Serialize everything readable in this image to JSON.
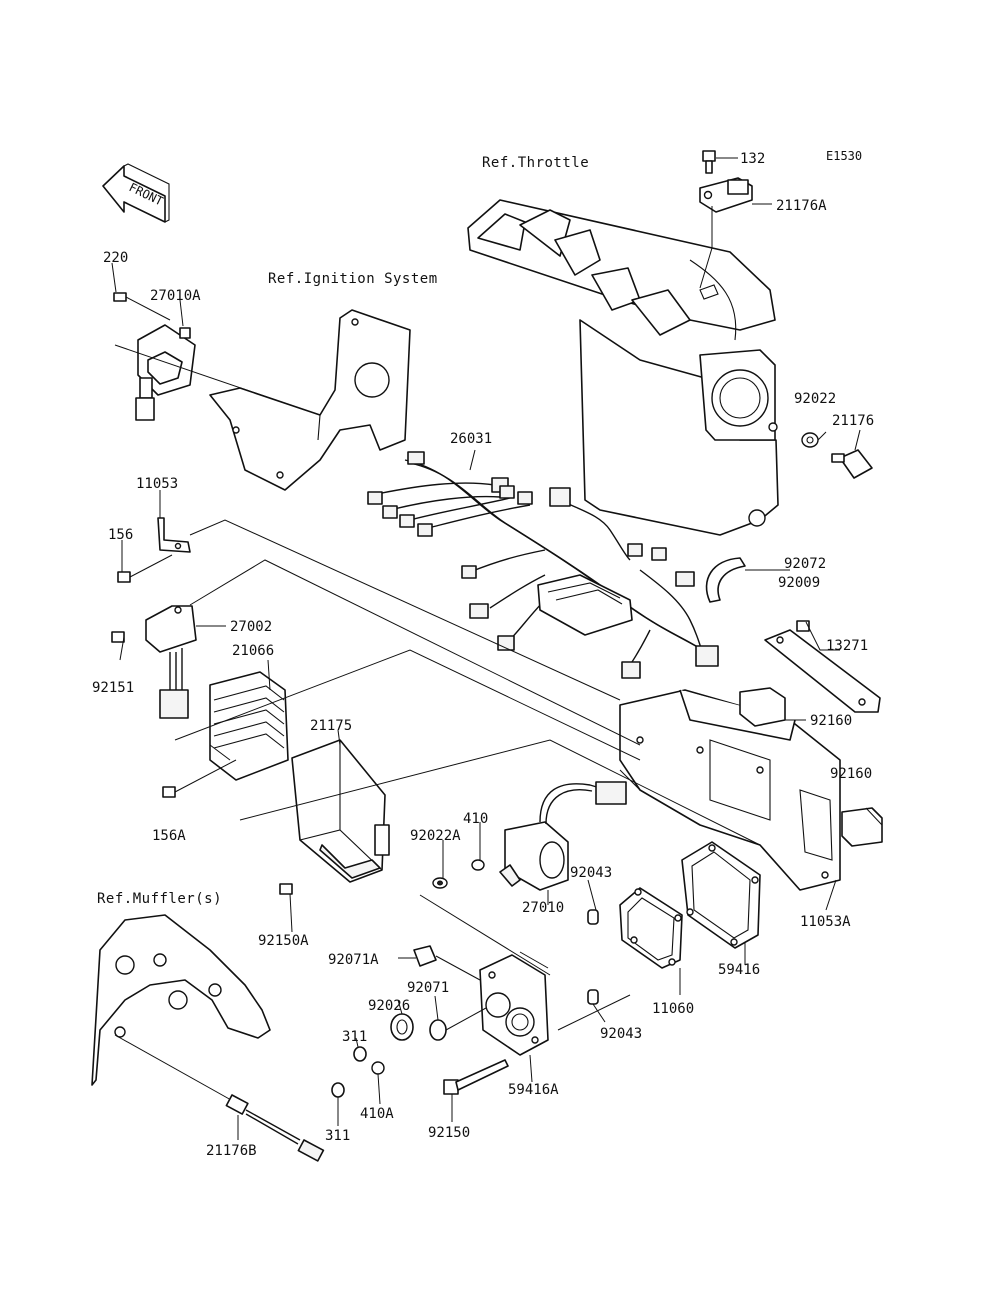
{
  "diagram_code": "E1530",
  "front_label": "FRONT",
  "refs": {
    "throttle": "Ref.Throttle",
    "ignition": "Ref.Ignition System",
    "muffler": "Ref.Muffler(s)"
  },
  "part_numbers": {
    "p132": "132",
    "p21176A": "21176A",
    "p220": "220",
    "p27010A": "27010A",
    "p92022": "92022",
    "p21176": "21176",
    "p26031": "26031",
    "p11053": "11053",
    "p156": "156",
    "p92072": "92072",
    "p92009": "92009",
    "p27002": "27002",
    "p13271": "13271",
    "p92151": "92151",
    "p21066": "21066",
    "p92160a": "92160",
    "p21175": "21175",
    "p92160b": "92160",
    "p410": "410",
    "p156A": "156A",
    "p92022A": "92022A",
    "p92043a": "92043",
    "p27010": "27010",
    "p11053A": "11053A",
    "p92150A": "92150A",
    "p59416": "59416",
    "p92071A": "92071A",
    "p92071": "92071",
    "p11060": "11060",
    "p92026": "92026",
    "p92043b": "92043",
    "p311a": "311",
    "p59416A": "59416A",
    "p410A": "410A",
    "p92150": "92150",
    "p311b": "311",
    "p21176B": "21176B"
  }
}
